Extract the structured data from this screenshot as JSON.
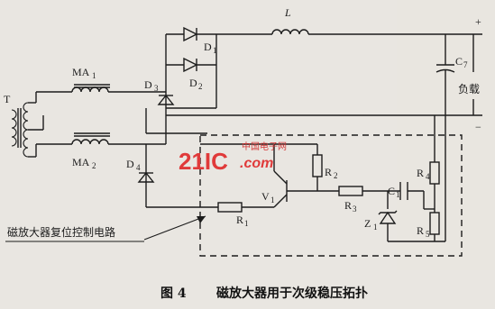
{
  "labels": {
    "transformer": "T",
    "ma1": "MA",
    "ma1_sub": "1",
    "ma2": "MA",
    "ma2_sub": "2",
    "d1": "D",
    "d1_sub": "1",
    "d2": "D",
    "d2_sub": "2",
    "d3": "D",
    "d3_sub": "3",
    "d4": "D",
    "d4_sub": "4",
    "inductor": "L",
    "c7": "C",
    "c7_sub": "7",
    "plus": "+",
    "minus": "−",
    "load": "负载",
    "r1": "R",
    "r1_sub": "1",
    "r2": "R",
    "r2_sub": "2",
    "r3": "R",
    "r3_sub": "3",
    "r4": "R",
    "r4_sub": "4",
    "r5": "R",
    "r5_sub": "5",
    "c1": "C",
    "c1_sub": "1",
    "z1": "Z",
    "z1_sub": "1",
    "v1": "V",
    "v1_sub": "1",
    "reset_circuit": "磁放大器复位控制电路"
  },
  "caption": {
    "figure": "图 4",
    "title": "磁放大器用于次级稳压拓扑"
  },
  "watermark": {
    "site": "中国电子网",
    "logo": "21IC",
    "suffix": ".com"
  },
  "colors": {
    "paper": "#e9e6e1",
    "ink": "#1c1c1c",
    "watermark": "#e03a3a"
  }
}
